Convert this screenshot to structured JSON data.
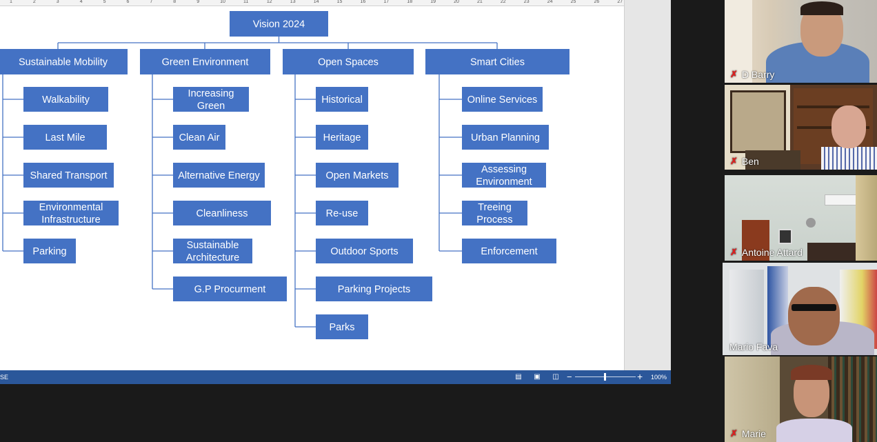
{
  "ruler": {
    "numbers": [
      "1",
      "2",
      "3",
      "4",
      "5",
      "6",
      "7",
      "8",
      "9",
      "10",
      "11",
      "12",
      "13",
      "14",
      "15",
      "16",
      "17",
      "18",
      "19",
      "20",
      "21",
      "22",
      "23",
      "24",
      "25",
      "26",
      "27"
    ]
  },
  "orgchart": {
    "root": "Vision 2024",
    "branches": [
      {
        "title": "Sustainable Mobility",
        "items": [
          "Walkability",
          "Last Mile",
          "Shared Transport",
          "Environmental\nInfrastructure",
          "Parking"
        ]
      },
      {
        "title": "Green Environment",
        "items": [
          "Increasing\nGreen",
          "Clean Air",
          "Alternative Energy",
          "Cleanliness",
          "Sustainable\nArchitecture",
          "G.P Procurment"
        ]
      },
      {
        "title": "Open Spaces",
        "items": [
          "Historical",
          "Heritage",
          "Open Markets",
          "Re-use",
          "Outdoor Sports",
          "Parking Projects",
          "Parks"
        ]
      },
      {
        "title": "Smart Cities",
        "items": [
          "Online Services",
          "Urban Planning",
          "Assessing\nEnvironment",
          "Treeing\nProcess",
          "Enforcement"
        ]
      }
    ],
    "colors": {
      "box": "#4472c4",
      "line": "#4472c4",
      "text": "#ffffff"
    }
  },
  "statusbar": {
    "left_text": "SE",
    "zoom": "100%",
    "icons": [
      "read-mode-icon",
      "print-layout-icon",
      "web-layout-icon"
    ]
  },
  "participants": [
    {
      "name": "D Barry",
      "muted": true,
      "active": false
    },
    {
      "name": "Ben",
      "muted": true,
      "active": false
    },
    {
      "name": "Antoine Attard",
      "muted": true,
      "active": false
    },
    {
      "name": "Mario Fava",
      "muted": false,
      "active": true
    },
    {
      "name": "Marie",
      "muted": true,
      "active": false
    }
  ]
}
